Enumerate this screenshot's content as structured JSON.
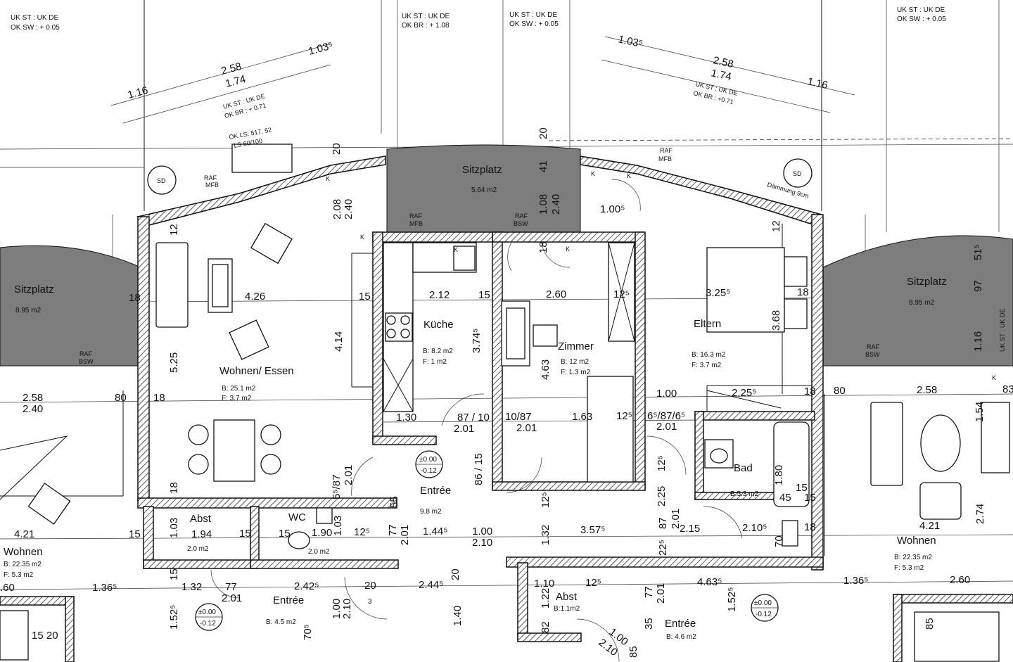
{
  "plan": {
    "level_notes": {
      "top_left": [
        "UK ST : UK DE",
        "OK SW : + 0.05"
      ],
      "top_mid1": [
        "UK ST : UK DE",
        "OK BR : + 1.08"
      ],
      "top_mid2": [
        "UK ST : UK DE",
        "OK SW : + 0.05"
      ],
      "top_right": [
        "UK ST : UK DE",
        "OK SW : + 0.05"
      ],
      "left_window": [
        "UK ST : UK DE",
        "OK BR : + 0.71"
      ],
      "right_window": [
        "UK ST : UK DE",
        "OK BR : +0.71"
      ],
      "window_sill": [
        "OK LS: 517. 52",
        "LS 60/100"
      ],
      "right_side": "UK ST : UK DE"
    },
    "rooms": [
      {
        "key": "sitzplatz_center",
        "name": "Sitzplatz",
        "area": "5.64  m2"
      },
      {
        "key": "sitzplatz_left",
        "name": "Sitzplatz",
        "area": "8.95  m2"
      },
      {
        "key": "sitzplatz_right",
        "name": "Sitzplatz",
        "area": "8.95  m2"
      },
      {
        "key": "wohnen_essen",
        "name": "Wohnen/ Essen",
        "b": "B: 25.1 m2",
        "f": "F: 3.7 m2"
      },
      {
        "key": "kueche",
        "name": "Küche",
        "b": "B: 8.2 m2",
        "f": "F: 1 m2"
      },
      {
        "key": "zimmer",
        "name": "Zimmer",
        "b": "B: 12 m2",
        "f": "F: 1.3 m2"
      },
      {
        "key": "eltern",
        "name": "Eltern",
        "b": "B: 16.3 m2",
        "f": "F: 3.7 m2"
      },
      {
        "key": "entree",
        "name": "Entrée",
        "b": "9.8 m2"
      },
      {
        "key": "bad",
        "name": "Bad",
        "b": "B:5.3 m2"
      },
      {
        "key": "abst_left",
        "name": "Abst",
        "b": "2.0 m2"
      },
      {
        "key": "wc",
        "name": "WC",
        "b": "2.0 m2"
      },
      {
        "key": "wohnen_left",
        "name": "Wohnen",
        "b": "B: 22.35 m2",
        "f": "F: 5.3 m2"
      },
      {
        "key": "wohnen_right",
        "name": "Wohnen",
        "b": "B: 22.35 m2",
        "f": "F: 5.3 m2"
      },
      {
        "key": "entree_left",
        "name": "Entrée",
        "b": "B: 4.5 m2"
      },
      {
        "key": "abst_right",
        "name": "Abst",
        "b": "B:1.1m2"
      },
      {
        "key": "entree_right",
        "name": "Entrée",
        "b": "B: 4.6 m2"
      }
    ],
    "levels": {
      "center": [
        "±0.00",
        "-0.12"
      ],
      "lower_left": [
        "±0.00",
        "-0.12"
      ],
      "lower_right": [
        "±0.00",
        "-0.12"
      ]
    },
    "labels": {
      "sd": "SD",
      "raf_mfb": [
        "RAF",
        "MFB"
      ],
      "raf_bsw": [
        "RAF",
        "BSW"
      ],
      "daemmung": "Dämmung 9cm",
      "k": "K"
    },
    "dimensions": {
      "top_left_a": "1.16",
      "top_left_b": "2.58",
      "top_left_c": "1.74",
      "top_left_d": "1.03⁵",
      "top_right_a": "1.03⁵",
      "top_right_b": "2.58",
      "top_right_c": "1.74",
      "top_right_d": "1.16",
      "wohn_width": "4.26",
      "kueche_width": "2.12",
      "zimmer_width": "2.60",
      "eltern_width": "3.25⁵",
      "d_18a": "18",
      "d_15a": "15",
      "d_15b": "15",
      "d_125a": "12⁵",
      "d_18b": "18",
      "wohn_height": "5.25",
      "wohn_h2": "4.14",
      "kue_h": "3.74⁵",
      "zim_h": "4.63",
      "elt_h": "3.68",
      "d_208": "2.08",
      "d_240": "2.40",
      "d_108": "1.08",
      "d_240b": "2.40",
      "d_41": "41",
      "d_20": "20",
      "d_12a": "12",
      "d_12b": "12",
      "d_18c": "18",
      "left_258": "2.58",
      "left_240": "2.40",
      "left_80": "80",
      "left_18": "18",
      "k130": "1.30",
      "k87": "87 / 10",
      "k1087": "10/87",
      "z163": "1.63",
      "z125": "12⁵",
      "z6587": "6⁵/87/6⁵",
      "e100": "1.00",
      "e2255": "2.25⁵",
      "e18": "18",
      "r80": "80",
      "r258": "2.58",
      "d201a": "2.01",
      "d201b": "2.01",
      "d201c": "2.01",
      "d8615": "86 / 15",
      "d587": "5⁵/87",
      "d201d": "2.01",
      "d18e": "18",
      "d125b": "12⁵",
      "d125c": "12⁵",
      "d225": "2.25",
      "d87": "87",
      "d201e": "2.01",
      "d215": "2.15",
      "d2105": "2.10⁵",
      "d180": "1.80",
      "d15c": "15",
      "d45": "45",
      "d15d": "15",
      "d18f": "18",
      "d70": "70",
      "l421": "4.21",
      "l15": "15",
      "l103": "1.03",
      "l194": "1.94",
      "l15b": "15",
      "l15c": "15",
      "l190": "1.90",
      "l103b": "1.03",
      "l125": "12⁵",
      "l55": "55",
      "l77": "77",
      "l201": "2.01",
      "l1445": "1.44⁵",
      "l100": "1.00",
      "l210": "2.10",
      "l132": "1.32",
      "l3575": "3.57⁵",
      "l225b": "22⁵",
      "r421": "4.21",
      "r274": "2.74",
      "b60": ".60",
      "b1365": "1.36⁵",
      "b132": "1.32",
      "b77": "77",
      "b2425": "2.42⁵",
      "b20": "20",
      "b2445": "2.44⁵",
      "b20b": "20",
      "b110": "1.10",
      "b125": "12⁵",
      "b4635": "4.63⁵",
      "b1365r": "1.36⁵",
      "b260": "2.60",
      "b15": "15",
      "b1525": "1.52⁵",
      "b201": "2.01",
      "b210": "2.10",
      "b100": "1.00",
      "b140": "1.40",
      "b122": "1.22",
      "b82": "82",
      "b35": "35",
      "b77b": "77",
      "b201b": "2.01",
      "b1525r": "1.52⁵",
      "b85": "85",
      "b3": "3",
      "b1520": "15 20",
      "b705": "70⁵",
      "b100b": "1.00",
      "b210b": "2.10",
      "b85b": "85",
      "r515": "51⁵",
      "r97": "97",
      "r116": "1.16",
      "r154": "1.54",
      "r83": "83",
      "d1005": "1.00⁵",
      "d240": "2.40"
    }
  }
}
